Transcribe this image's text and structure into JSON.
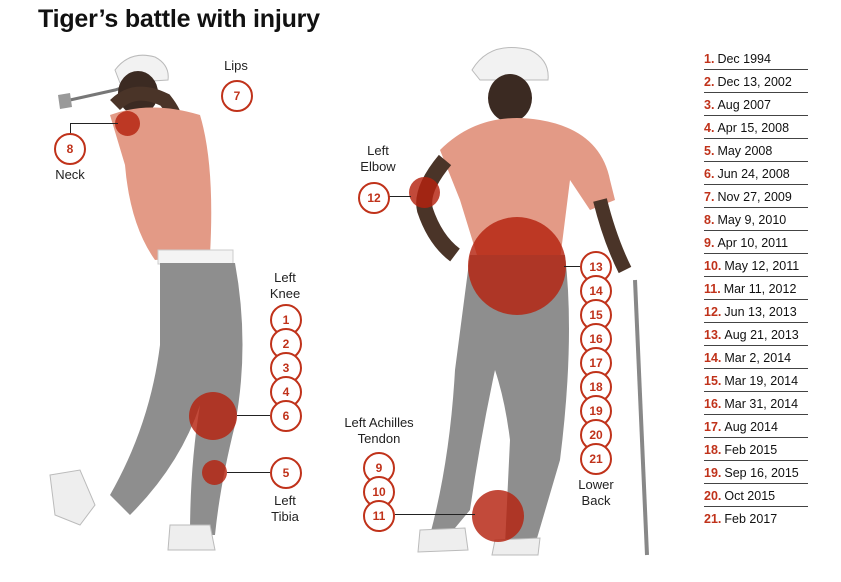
{
  "title": "Tiger’s battle with injury",
  "labels": {
    "lips": "Lips",
    "neck": "Neck",
    "left_knee_1": "Left",
    "left_knee_2": "Knee",
    "left_tibia_1": "Left",
    "left_tibia_2": "Tibia",
    "left_elbow_1": "Left",
    "left_elbow_2": "Elbow",
    "achilles_1": "Left Achilles",
    "achilles_2": "Tendon",
    "lower_back_1": "Lower",
    "lower_back_2": "Back"
  },
  "markers": [
    "1",
    "2",
    "3",
    "4",
    "5",
    "6",
    "7",
    "8",
    "9",
    "10",
    "11",
    "12",
    "13",
    "14",
    "15",
    "16",
    "17",
    "18",
    "19",
    "20",
    "21"
  ],
  "timeline": [
    {
      "num": "1.",
      "date": "Dec 1994"
    },
    {
      "num": "2.",
      "date": "Dec 13, 2002"
    },
    {
      "num": "3.",
      "date": "Aug 2007"
    },
    {
      "num": "4.",
      "date": "Apr 15, 2008"
    },
    {
      "num": "5.",
      "date": "May 2008"
    },
    {
      "num": "6.",
      "date": "Jun 24, 2008"
    },
    {
      "num": "7.",
      "date": "Nov 27, 2009"
    },
    {
      "num": "8.",
      "date": "May 9, 2010"
    },
    {
      "num": "9.",
      "date": "Apr 10, 2011"
    },
    {
      "num": "10.",
      "date": "May 12, 2011"
    },
    {
      "num": "11.",
      "date": "Mar 11, 2012"
    },
    {
      "num": "12.",
      "date": "Jun 13, 2013"
    },
    {
      "num": "13.",
      "date": "Aug 21, 2013"
    },
    {
      "num": "14.",
      "date": "Mar 2, 2014"
    },
    {
      "num": "15.",
      "date": "Mar 19, 2014"
    },
    {
      "num": "16.",
      "date": "Mar 31, 2014"
    },
    {
      "num": "17.",
      "date": "Aug 2014"
    },
    {
      "num": "18.",
      "date": "Feb 2015"
    },
    {
      "num": "19.",
      "date": "Sep 16, 2015"
    },
    {
      "num": "20.",
      "date": "Oct 2015"
    },
    {
      "num": "21.",
      "date": "Feb 2017"
    }
  ],
  "colors": {
    "accent": "#c0321a",
    "spot": "#b5220f",
    "shirt": "#e39a86",
    "pants": "#8e8e8e"
  }
}
